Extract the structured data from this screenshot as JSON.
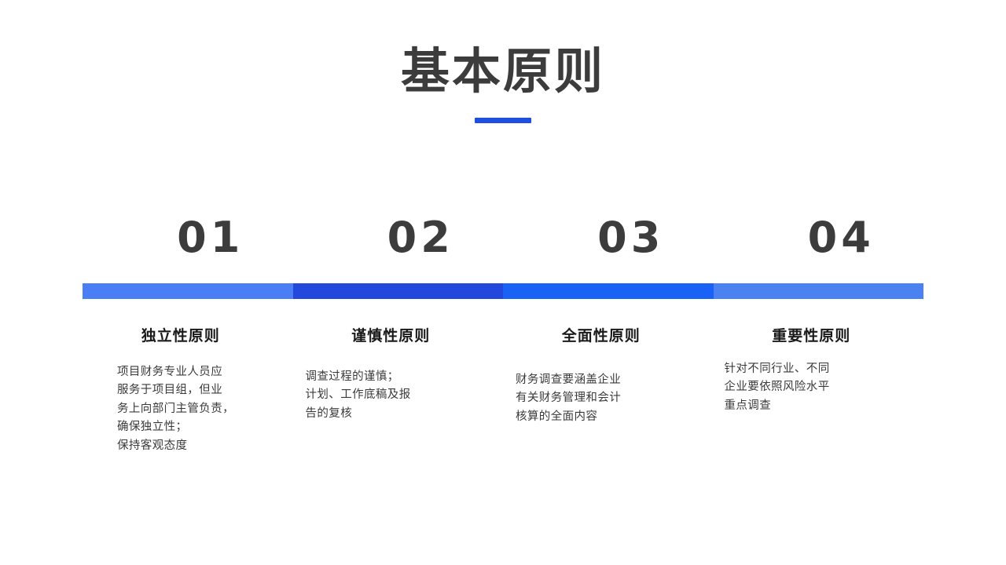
{
  "slide": {
    "title": "基本原则",
    "accent_color": "#1f4fe0",
    "title_color": "#3c3c3c",
    "background_color": "#ffffff"
  },
  "timeline": {
    "bar_colors": [
      "#4a7ef5",
      "#2348dc",
      "#1a62f5",
      "#4a82f2"
    ],
    "items": [
      {
        "number": "01",
        "heading": "独立性原则",
        "body": "项目财务专业人员应\n服务于项目组，但业\n务上向部门主管负责，\n确保独立性；\n保持客观态度",
        "color": "#4a7ef5"
      },
      {
        "number": "02",
        "heading": "谨慎性原则",
        "body": "调查过程的谨慎；\n计划、工作底稿及报\n告的复核",
        "color": "#2348dc"
      },
      {
        "number": "03",
        "heading": "全面性原则",
        "body": "财务调查要涵盖企业\n有关财务管理和会计\n核算的全面内容",
        "color": "#1a62f5"
      },
      {
        "number": "04",
        "heading": "重要性原则",
        "body": "针对不同行业、不同\n企业要依照风险水平\n重点调查",
        "color": "#4a82f2"
      }
    ]
  }
}
